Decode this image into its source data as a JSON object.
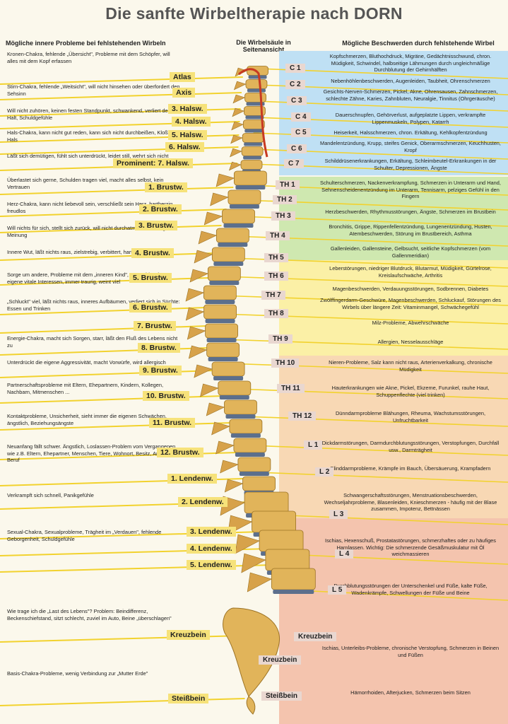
{
  "title": "Die sanfte Wirbeltherapie nach DORN",
  "headers": {
    "left": "Mögliche innere Probleme bei fehlstehenden Wirbeln",
    "middle": "Die Wirbelsäule in Seitenansicht",
    "right": "Mögliche Beschwerden durch fehlstehende Wirbel"
  },
  "left_rows": [
    {
      "text": "Kronen-Chakra, fehlende „Übersicht\", Probleme mit dem Schöpfer, will alles mit dem Kopf erfassen",
      "label": "Atlas"
    },
    {
      "text": "Stirn-Chakra, fehlende „Weitsicht\", will nicht hinsehen oder überfordert den Sehsinn",
      "label": "Axis"
    },
    {
      "text": "Will nicht zuhören, keinen festen Standpunkt, schwankend, verliert den Halt, Schuldgefühle",
      "label": "3. Halsw."
    },
    {
      "text": "",
      "label": "4. Halsw."
    },
    {
      "text": "Hals-Chakra, kann nicht gut reden, kann sich nicht durchbeißen, Kloß im Hals",
      "label": "5. Halsw."
    },
    {
      "text": "",
      "label": "6. Halsw."
    },
    {
      "text": "Läßt sich demütigen, fühlt sich unterdrückt, leidet still, wehrt sich nicht",
      "label": "Prominent: 7. Halsw."
    },
    {
      "text": "Überlastet sich gerne, Schulden tragen viel, macht alles selbst, kein Vertrauen",
      "label": "1. Brustw."
    },
    {
      "text": "Herz-Chakra, kann nicht liebevoll sein, verschließt sein Herz, hartherzig, freudlos",
      "label": "2. Brustw."
    },
    {
      "text": "Will nichts für sich, stellt sich zurück, will nicht durchatmen, keine eigene Meinung",
      "label": "3. Brustw."
    },
    {
      "text": "Innere Wut, läßt nichts raus, zielstrebig, verbittert, hart zu sich selbst",
      "label": "4. Brustw."
    },
    {
      "text": "Sorge um andere, Probleme mit dem „inneren Kind\", vernachlässigt eigene vitale Interessen, immer traurig, weint viel",
      "label": "5. Brustw."
    },
    {
      "text": "„Schluckt\" viel, läßt nichts raus, inneres Aufbäumen, verliert sich in Süchte: Essen und Trinken",
      "label": "6. Brustw."
    },
    {
      "text": "",
      "label": "7. Brustw."
    },
    {
      "text": "Energie-Chakra, macht sich Sorgen, starr, läßt den Fluß des Lebens nicht zu",
      "label": "8. Brustw."
    },
    {
      "text": "Unterdrückt die eigene Aggressivität, macht Vorwürfe, wird allergisch",
      "label": "9. Brustw."
    },
    {
      "text": "Partnerschaftsprobleme mit Eltern, Ehepartnern, Kindern, Kollegen, Nachbarn, Mitmenschen ...",
      "label": "10. Brustw."
    },
    {
      "text": "Kontaktprobleme, Unsicherheit, sieht immer die eigenen Schwächen, ängstlich, Beziehungsängste",
      "label": "11. Brustw."
    },
    {
      "text": "Neuanfang fällt schwer. Ängstlich, Loslassen-Problem vom Vergangenen wie z.B. Eltern, Ehepartner, Menschen, Tiere, Wohnort, Besitz, Arbeit, Beruf",
      "label": "12. Brustw."
    },
    {
      "text": "",
      "label": "1. Lendenw."
    },
    {
      "text": "Verkrampft sich schnell, Panikgefühle",
      "label": "2. Lendenw."
    },
    {
      "text": "Sexual-Chakra, Sexualprobleme, Trägheit im „Verdauen\", fehlende Geborgenheit, Schuldgefühle",
      "label": "3. Lendenw."
    },
    {
      "text": "",
      "label": "4. Lendenw."
    },
    {
      "text": "",
      "label": "5. Lendenw."
    },
    {
      "text": "Wie trage ich die „Last des Lebens\"? Problem: Beindifferenz, Beckenschiefstand, sitzt schlecht, zuviel im Auto, Beine „überschlagen\"",
      "label": "Kreuzbein"
    },
    {
      "text": "Basis-Chakra-Probleme, wenig Verbindung zur „Mutter Erde\"",
      "label": "Steißbein"
    }
  ],
  "right_rows": [
    {
      "code": "C 1",
      "text": "Kopfschmerzen, Bluthochdruck, Migräne, Gedächtnisschwund, chron. Müdigkeit, Schwindel, halbseitige Lähmungen durch ungleichmäßige Durchblutung der Gehirnhälften"
    },
    {
      "code": "C 2",
      "text": "Nebenhöhlenbeschwerden, Augenleiden, Taubheit, Ohrenschmerzen"
    },
    {
      "code": "C 3",
      "text": "Gesichts-Nerven-Schmerzen, Pickel, Akne, Ohrensausen, Zahnschmerzen, schlechte Zähne, Karies, Zahnbluten, Neuralgie, Tinnitus (Ohrgeräusche)"
    },
    {
      "code": "C 4",
      "text": "Dauerschnupfen, Gehörverlust, aufgeplatzte Lippen, verkrampfte Lippenmuskeln, Polypen, Katarrh"
    },
    {
      "code": "C 5",
      "text": "Heiserkeit, Halsschmerzen, chron. Erkältung, Kehlkopfentzündung"
    },
    {
      "code": "C 6",
      "text": "Mandelentzündung, Krupp, steifes Genick, Oberarmschmerzen, Keuchhusten, Kropf"
    },
    {
      "code": "C 7",
      "text": "Schilddrüsenerkrankungen, Erkältung, Schleimbeutel-Erkrankungen in der Schulter, Depressionen, Ängste"
    },
    {
      "code": "TH 1",
      "text": "Schulterschmerzen, Nackenverkrampfung, Schmerzen in Unterarm und Hand, Sehnenscheidenentzündung im Unterarm, Tennisarm, pelziges Gefühl in den Fingern"
    },
    {
      "code": "TH 2",
      "text": "Herzbeschwerden, Rhythmusstörungen, Ängste, Schmerzen im Brustbein"
    },
    {
      "code": "TH 3",
      "text": "Bronchitis, Grippe, Rippenfellentzündung, Lungenentzündung, Husten, Atembeschwerden, Störung im Brustbereich, Asthma"
    },
    {
      "code": "TH 4",
      "text": "Gallenleiden, Gallensteine, Gelbsucht, seitliche Kopfschmerzen (vom Gallenmeridian)"
    },
    {
      "code": "TH 5",
      "text": "Leberstörungen, niedriger Blutdruck, Blutarmut, Müdigkeit, Gürtelrose, Kreislaufschwäche, Arthritis"
    },
    {
      "code": "TH 6",
      "text": "Magenbeschwerden, Verdauungsstörungen, Sodbrennen, Diabetes"
    },
    {
      "code": "TH 7",
      "text": "Zwölffingerdarm-Geschwüre, Magenbeschwerden, Schluckauf, Störungen des Wirbels über längere Zeit: Vitaminmangel, Schwächegefühl"
    },
    {
      "code": "TH 8",
      "text": "Milz-Probleme, Abwehrschwäche"
    },
    {
      "code": "TH 9",
      "text": "Allergien, Nesselausschläge"
    },
    {
      "code": "TH 10",
      "text": "Nieren-Probleme, Salz kann nicht raus, Arterienverkalkung, chronische Müdigkeit"
    },
    {
      "code": "TH 11",
      "text": "Hauterkrankungen wie Akne, Pickel, Ekzeme, Furunkel, rauhe Haut, Schuppenflechte (viel trinken)"
    },
    {
      "code": "TH 12",
      "text": "Dünndarmprobleme Blähungen, Rheuma, Wachstumsstörungen, Unfruchtbarkeit"
    },
    {
      "code": "L 1",
      "text": "Dickdarmstörungen, Darmdurchblutungsstörungen, Verstopfungen, Durchfall usw., Darmträgheit"
    },
    {
      "code": "L 2",
      "text": "Blinddarmprobleme, Krämpfe im Bauch, Übersäuerung, Krampfadern"
    },
    {
      "code": "L 3",
      "text": "Schwangerschaftsstörungen, Menstruationsbeschwerden, Wechseljahrprobleme, Blasenleiden, Knieschmerzen - häufig mit der Blase zusammen, Impotenz, Bettnässen"
    },
    {
      "code": "L 4",
      "text": "Ischias, Hexenschuß, Prostatastörungen, schmerzhaftes oder zu häufiges Harnlassen. Wichtig: Die schmerzende Gesäßmuskulatur mit Öl weichmassieren"
    },
    {
      "code": "L 5",
      "text": "Durchblutungsstörungen der Unterschenkel und Füße, kalte Füße, Wadenkrämpfe, Schwellungen der Füße und Beine"
    }
  ],
  "bottom_right": [
    {
      "code": "Kreuzbein",
      "text": "Ischias, Unterleibs-Probleme, chronische Verstopfung, Schmerzen in Beinen und Füßen"
    },
    {
      "code": "Kreuzbein",
      "text": ""
    },
    {
      "code": "Steißbein",
      "text": "Hämorrhoiden, Afterjucken, Schmerzen beim Sitzen"
    }
  ],
  "colors": {
    "background": "#fbf8ec",
    "title": "#555555",
    "line_yellow": "#f2d22e",
    "band_blue": "#bfe0f4",
    "band_green": "#cfe8b0",
    "band_yellow": "#fbf0a6",
    "band_orange": "#f8d8b4",
    "band_red": "#f4c4ae",
    "bone": "#e1b45a",
    "disc": "#5c6f8c",
    "artery": "#c73a22",
    "label_left": "#f6e27a",
    "code_label": "#e9d7d0"
  }
}
